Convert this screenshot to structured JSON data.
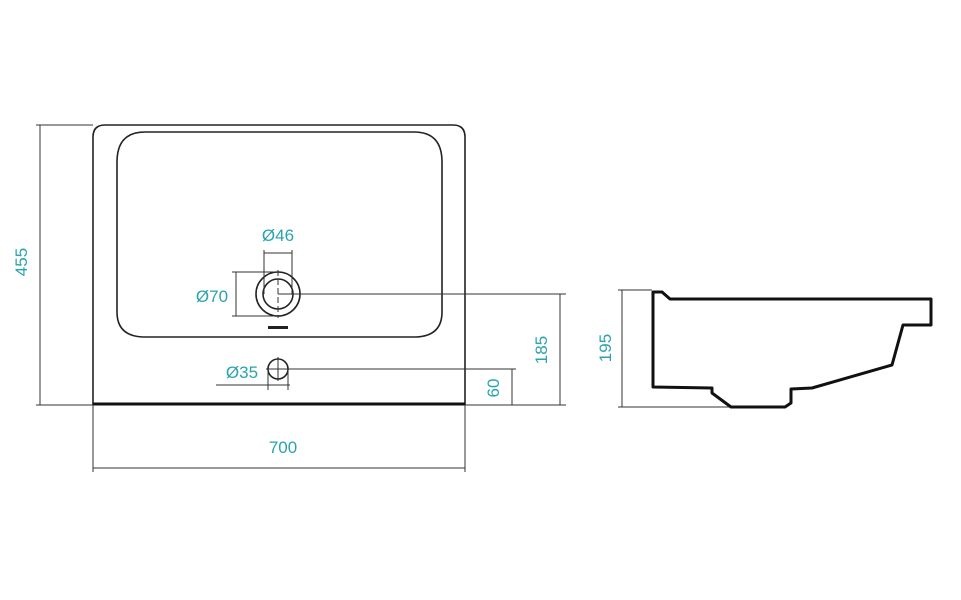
{
  "title": "Washbasin dimensional drawing",
  "accent_color": "#2aa3ad",
  "dimensions": {
    "height": "455",
    "width": "700",
    "drain_height": "185",
    "tap_hole_height": "60",
    "depth": "195",
    "drain_inner_diameter": "Ø46",
    "drain_outer_diameter": "Ø70",
    "tap_hole_diameter": "Ø35"
  }
}
